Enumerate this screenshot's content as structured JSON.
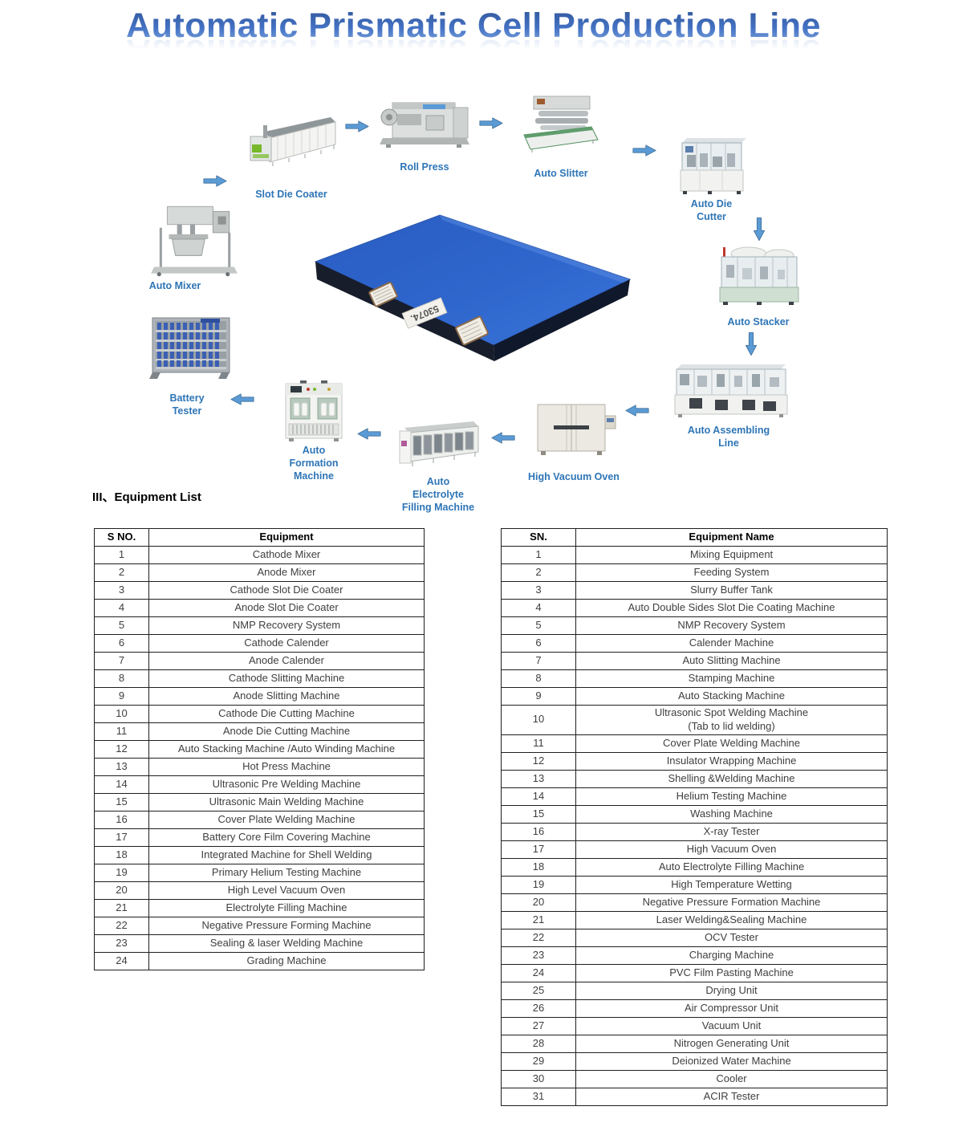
{
  "title": "Automatic Prismatic Cell Production Line",
  "section_heading": "III、Equipment List",
  "diagram": {
    "battery_serial": "53074.",
    "nodes": {
      "slot_die_coater": "Slot Die Coater",
      "roll_press": "Roll Press",
      "auto_slitter": "Auto Slitter",
      "auto_die_cutter": "Auto Die\nCutter",
      "auto_stacker": "Auto Stacker",
      "auto_assembling_line": "Auto Assembling\nLine",
      "high_vacuum_oven": "High Vacuum Oven",
      "auto_electrolyte_filling_machine": "Auto\nElectrolyte\nFilling Machine",
      "auto_formation_machine": "Auto\nFormation\nMachine",
      "battery_tester": "Battery\nTester",
      "auto_mixer": "Auto Mixer"
    }
  },
  "left_table": {
    "headers": [
      "S NO.",
      "Equipment"
    ],
    "rows": [
      [
        "1",
        "Cathode Mixer"
      ],
      [
        "2",
        "Anode Mixer"
      ],
      [
        "3",
        "Cathode Slot Die Coater"
      ],
      [
        "4",
        "Anode Slot Die Coater"
      ],
      [
        "5",
        "NMP Recovery System"
      ],
      [
        "6",
        "Cathode Calender"
      ],
      [
        "7",
        "Anode Calender"
      ],
      [
        "8",
        "Cathode Slitting Machine"
      ],
      [
        "9",
        "Anode Slitting Machine"
      ],
      [
        "10",
        "Cathode Die Cutting Machine"
      ],
      [
        "11",
        "Anode Die Cutting Machine"
      ],
      [
        "12",
        "Auto Stacking Machine /Auto Winding Machine"
      ],
      [
        "13",
        "Hot Press Machine"
      ],
      [
        "14",
        "Ultrasonic Pre Welding Machine"
      ],
      [
        "15",
        "Ultrasonic Main Welding Machine"
      ],
      [
        "16",
        "Cover Plate Welding Machine"
      ],
      [
        "17",
        "Battery Core Film Covering Machine"
      ],
      [
        "18",
        "Integrated Machine for Shell Welding"
      ],
      [
        "19",
        "Primary Helium Testing Machine"
      ],
      [
        "20",
        "High Level Vacuum Oven"
      ],
      [
        "21",
        "Electrolyte Filling Machine"
      ],
      [
        "22",
        "Negative Pressure Forming Machine"
      ],
      [
        "23",
        "Sealing & laser Welding Machine"
      ],
      [
        "24",
        "Grading Machine"
      ]
    ]
  },
  "right_table": {
    "headers": [
      "SN.",
      "Equipment Name"
    ],
    "rows": [
      [
        "1",
        "Mixing Equipment"
      ],
      [
        "2",
        "Feeding System"
      ],
      [
        "3",
        "Slurry Buffer Tank"
      ],
      [
        "4",
        "Auto Double Sides Slot Die Coating Machine"
      ],
      [
        "5",
        "NMP Recovery System"
      ],
      [
        "6",
        "Calender Machine"
      ],
      [
        "7",
        "Auto Slitting Machine"
      ],
      [
        "8",
        "Stamping Machine"
      ],
      [
        "9",
        "Auto Stacking Machine"
      ],
      [
        "10",
        "Ultrasonic Spot Welding Machine\n(Tab to lid welding)"
      ],
      [
        "11",
        "Cover Plate Welding Machine"
      ],
      [
        "12",
        "Insulator Wrapping Machine"
      ],
      [
        "13",
        "Shelling &Welding Machine"
      ],
      [
        "14",
        "Helium Testing Machine"
      ],
      [
        "15",
        "Washing Machine"
      ],
      [
        "16",
        "X-ray Tester"
      ],
      [
        "17",
        "High Vacuum Oven"
      ],
      [
        "18",
        "Auto Electrolyte Filling Machine"
      ],
      [
        "19",
        "High Temperature Wetting"
      ],
      [
        "20",
        "Negative Pressure Formation Machine"
      ],
      [
        "21",
        "Laser Welding&Sealing Machine"
      ],
      [
        "22",
        "OCV Tester"
      ],
      [
        "23",
        "Charging Machine"
      ],
      [
        "24",
        "PVC Film Pasting Machine"
      ],
      [
        "25",
        "Drying Unit"
      ],
      [
        "26",
        "Air Compressor Unit"
      ],
      [
        "27",
        "Vacuum Unit"
      ],
      [
        "28",
        "Nitrogen Generating Unit"
      ],
      [
        "29",
        "Deionized Water Machine"
      ],
      [
        "30",
        "Cooler"
      ],
      [
        "31",
        "ACIR Tester"
      ]
    ]
  },
  "colors": {
    "title_blue": "#4472C4",
    "label_blue": "#2E75B6",
    "arrow_fill": "#5B9BD5",
    "arrow_stroke": "#41719C",
    "battery_blue": "#2E62C6"
  }
}
